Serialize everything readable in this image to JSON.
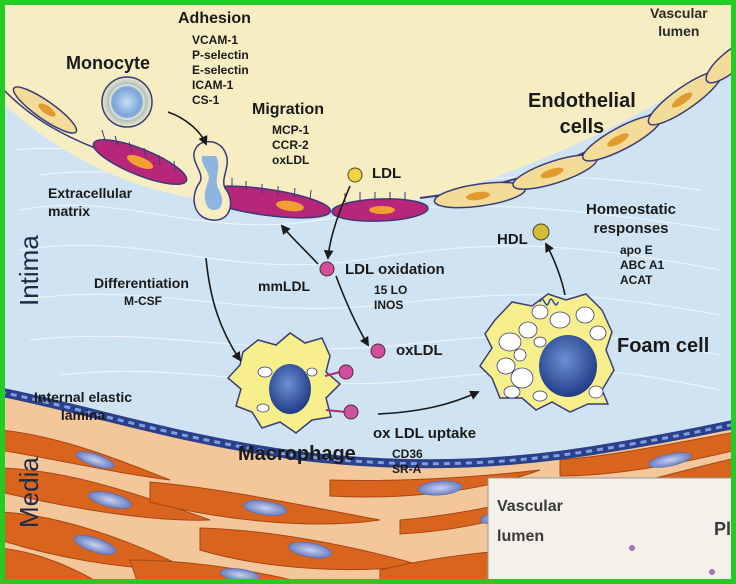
{
  "colors": {
    "frame": "#22cc22",
    "lumen": "#f6eec2",
    "intima": "#cfe3f2",
    "endothelium": "#f3dc98",
    "activated_endothelium": "#b8267a",
    "media_muscle": "#d9641e",
    "media_gap": "#f3c79a",
    "smc_nucleus": "#8fa0d4",
    "macrophage": "#f7ef8c",
    "macrophage_nucleus": "#2f4fa0",
    "ldl": "#f2d444",
    "oxidized_ldl": "#d24f9c",
    "hdl": "#d6ba3a"
  },
  "labels": {
    "vascular_lumen_top": [
      "Vascular",
      "lumen"
    ],
    "endothelial_cells": [
      "Endothelial",
      "cells"
    ],
    "monocyte": "Monocyte",
    "adhesion": {
      "title": "Adhesion",
      "items": [
        "VCAM-1",
        "P-selectin",
        "E-selectin",
        "ICAM-1",
        "CS-1"
      ]
    },
    "migration": {
      "title": "Migration",
      "items": [
        "MCP-1",
        "CCR-2",
        "oxLDL"
      ]
    },
    "ldl": "LDL",
    "extracellular_matrix": [
      "Extracellular",
      "matrix"
    ],
    "intima": "Intima",
    "media": "Media",
    "differentiation": "Differentiation",
    "mcsf": "M-CSF",
    "mmldl": "mmLDL",
    "ldl_oxidation": {
      "title": "LDL oxidation",
      "items": [
        "15 LO",
        "INOS"
      ]
    },
    "oxldl": "oxLDL",
    "hdl": "HDL",
    "homeostatic": {
      "title": [
        "Homeostatic",
        "responses"
      ],
      "items": [
        "apo E",
        "ABC A1",
        "ACAT"
      ]
    },
    "foam_cell": "Foam cell",
    "internal_elastic_lamina": [
      "Internal elastic",
      "lamina"
    ],
    "macrophage": "Macrophage",
    "oxldl_uptake": {
      "title": "ox LDL uptake",
      "items": [
        "CD36",
        "SR-A"
      ]
    },
    "inset": {
      "vascular_lumen": [
        "Vascular",
        "lumen"
      ],
      "fragment": "Pl"
    }
  }
}
